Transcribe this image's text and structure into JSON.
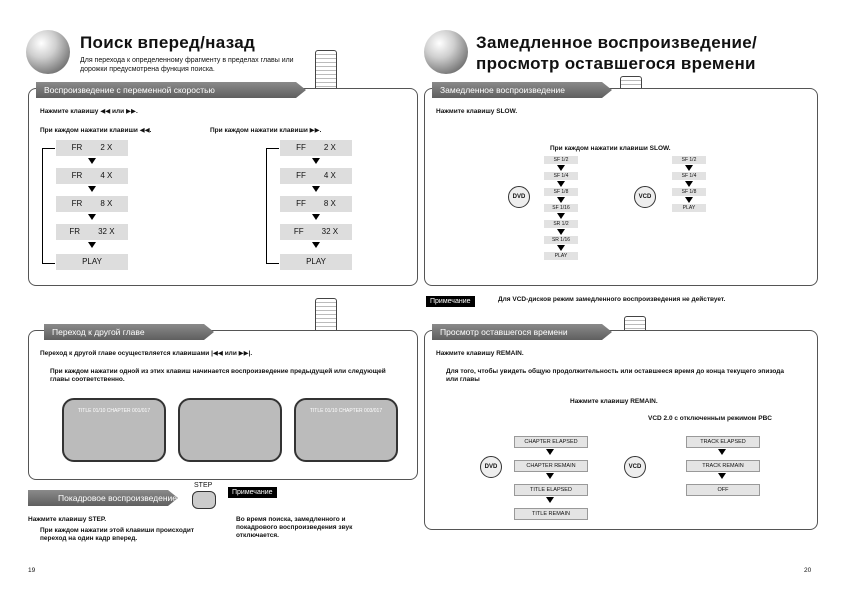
{
  "left": {
    "title": "Поиск вперед/назад",
    "desc": "Для перехода к определенному фрагменту в пределах главы или дорожки предусмотрена функция поиска.",
    "band": "Воспроизведение с переменной скоростью",
    "press": "Нажмите клавишу ◀◀ или ▶▶.",
    "rev_caption": "При каждом нажатии клавиши ◀◀.",
    "fwd_caption": "При каждом нажатии клавиши ▶▶.",
    "rev": [
      {
        "a": "FR",
        "b": "2 X"
      },
      {
        "a": "FR",
        "b": "4 X"
      },
      {
        "a": "FR",
        "b": "8 X"
      },
      {
        "a": "FR",
        "b": "32 X"
      }
    ],
    "fwd": [
      {
        "a": "FF",
        "b": "2 X"
      },
      {
        "a": "FF",
        "b": "4 X"
      },
      {
        "a": "FF",
        "b": "8 X"
      },
      {
        "a": "FF",
        "b": "32 X"
      }
    ],
    "play": "PLAY",
    "chapter_band": "Переход к другой главе",
    "chapter_text": "Переход к другой главе осуществляется клавишами |◀◀ или ▶▶|.",
    "chapter_note": "При каждом нажатии одной из этих клавиш начинается воспроизведение предыдущей или следующей главы соответственно.",
    "tv_left": "TITLE 01/10 CHAPTER 001/017",
    "tv_right": "TITLE 01/10 CHAPTER 003/017",
    "frame_band": "Покадровое воспроизведение",
    "step": "STEP",
    "note_label": "Примечание",
    "step_press": "Нажмите клавишу STEP.",
    "step_note": "При каждом нажатии этой клавиши происходит переход на один кадр вперед.",
    "mute_note": "Во время поиска, замедленного и покадрового воспроизведения звук отключается.",
    "page": "19"
  },
  "right": {
    "title": "Замедленное воспроизведение/ просмотр оставшегося времени",
    "slow_band": "Замедленное воспроизведение",
    "slow_press": "Нажмите клавишу SLOW.",
    "slow_caption": "При каждом нажатии клавиши SLOW.",
    "dvd_speeds": [
      "SF 1/2",
      "SF 1/4",
      "SF 1/8",
      "SF 1/16",
      "SR 1/2",
      "SR 1/16",
      "PLAY"
    ],
    "vcd_speeds": [
      "SF 1/2",
      "SF 1/4",
      "SF 1/8",
      "PLAY"
    ],
    "dvd": "DVD",
    "vcd": "VCD",
    "note_label": "Примечание",
    "vcd_note": "Для VCD-дисков режим замедленного воспроизведения не действует.",
    "remain_band": "Просмотр оставшегося времени",
    "remain_press": "Нажмите клавишу REMAIN.",
    "remain_note": "Для того, чтобы увидеть общую продолжительность или оставшееся время до конца текущего эпизода или главы",
    "remain_press2": "Нажмите клавишу REMAIN.",
    "pbc": "VCD 2.0 с отключенным режимом PBC",
    "dvd_modes": [
      "CHAPTER ELAPSED",
      "CHAPTER REMAIN",
      "TITLE ELAPSED",
      "TITLE REMAIN"
    ],
    "vcd_modes": [
      "TRACK ELAPSED",
      "TRACK REMAIN",
      "OFF"
    ],
    "page": "20"
  }
}
